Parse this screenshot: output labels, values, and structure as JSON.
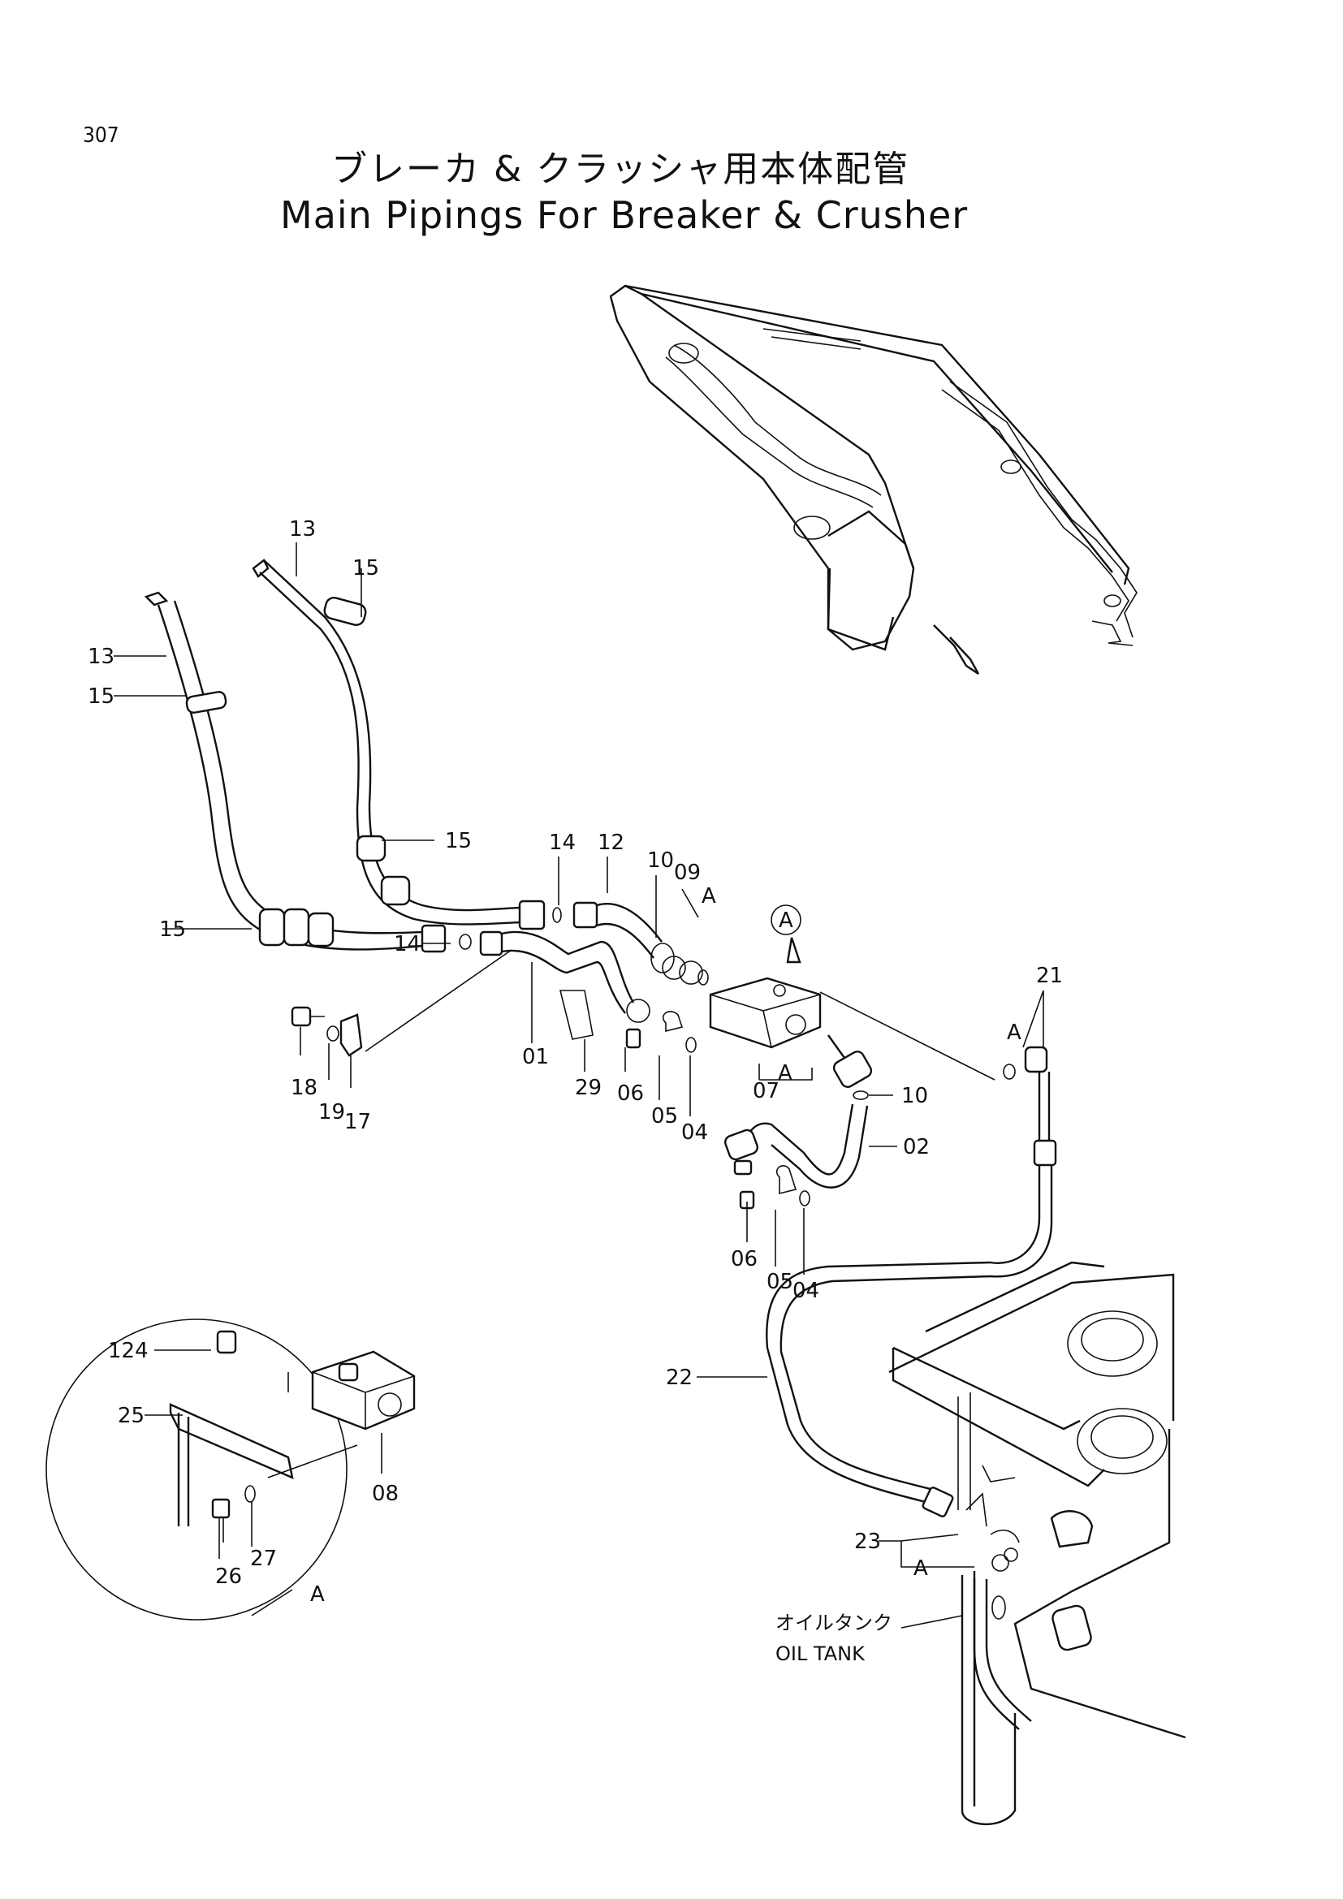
{
  "header": {
    "page_number": "307",
    "title_jp": "ブレーカ & クラッシャ用本体配管",
    "title_en": "Main Pipings For Breaker & Crusher"
  },
  "callouts": {
    "c13a": "13",
    "c15a": "15",
    "c13b": "13",
    "c15b": "15",
    "c15c": "15",
    "c15d": "15",
    "c14a": "14",
    "c12": "12",
    "c10a": "10",
    "c09": "09",
    "cA1": "A",
    "c14b": "14",
    "c01": "01",
    "c29": "29",
    "c06a": "06",
    "c05a": "05",
    "c04a": "04",
    "c18": "18",
    "c19": "19",
    "c17": "17",
    "cAcircle": "A",
    "c21": "21",
    "cA2": "A",
    "c07": "07",
    "cA3": "A",
    "c10b": "10",
    "c02": "02",
    "c06b": "06",
    "c05b": "05",
    "c04b": "04",
    "c22": "22",
    "c23": "23",
    "cA4": "A",
    "c124": "124",
    "c25": "25",
    "c08": "08",
    "c26": "26",
    "c27": "27",
    "cA5": "A"
  },
  "oil_tank": {
    "label_jp": "オイルタンク",
    "label_en": "OIL TANK"
  }
}
